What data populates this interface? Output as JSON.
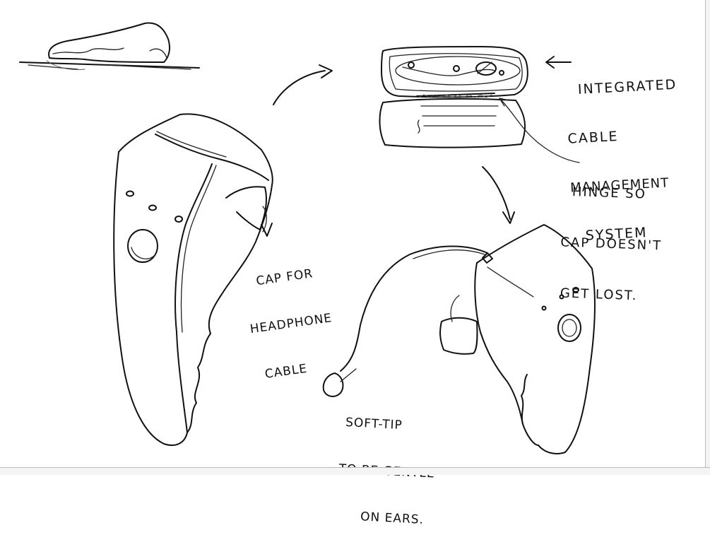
{
  "annotations": {
    "cable_management": [
      "INTEGRATED",
      "CABLE",
      "MANAGEMENT",
      "SYSTEM"
    ],
    "hinge": [
      "HINGE SO",
      "CAP DOESN'T",
      "GET LOST."
    ],
    "headphone_cap": [
      "CAP FOR",
      "HEADPHONE",
      "CABLE"
    ],
    "soft_tip": [
      "SOFT-TIP",
      "TO BE GENTLE",
      "ON EARS."
    ]
  },
  "colors": {
    "paper": "#ffffff",
    "ink": "#111111"
  }
}
